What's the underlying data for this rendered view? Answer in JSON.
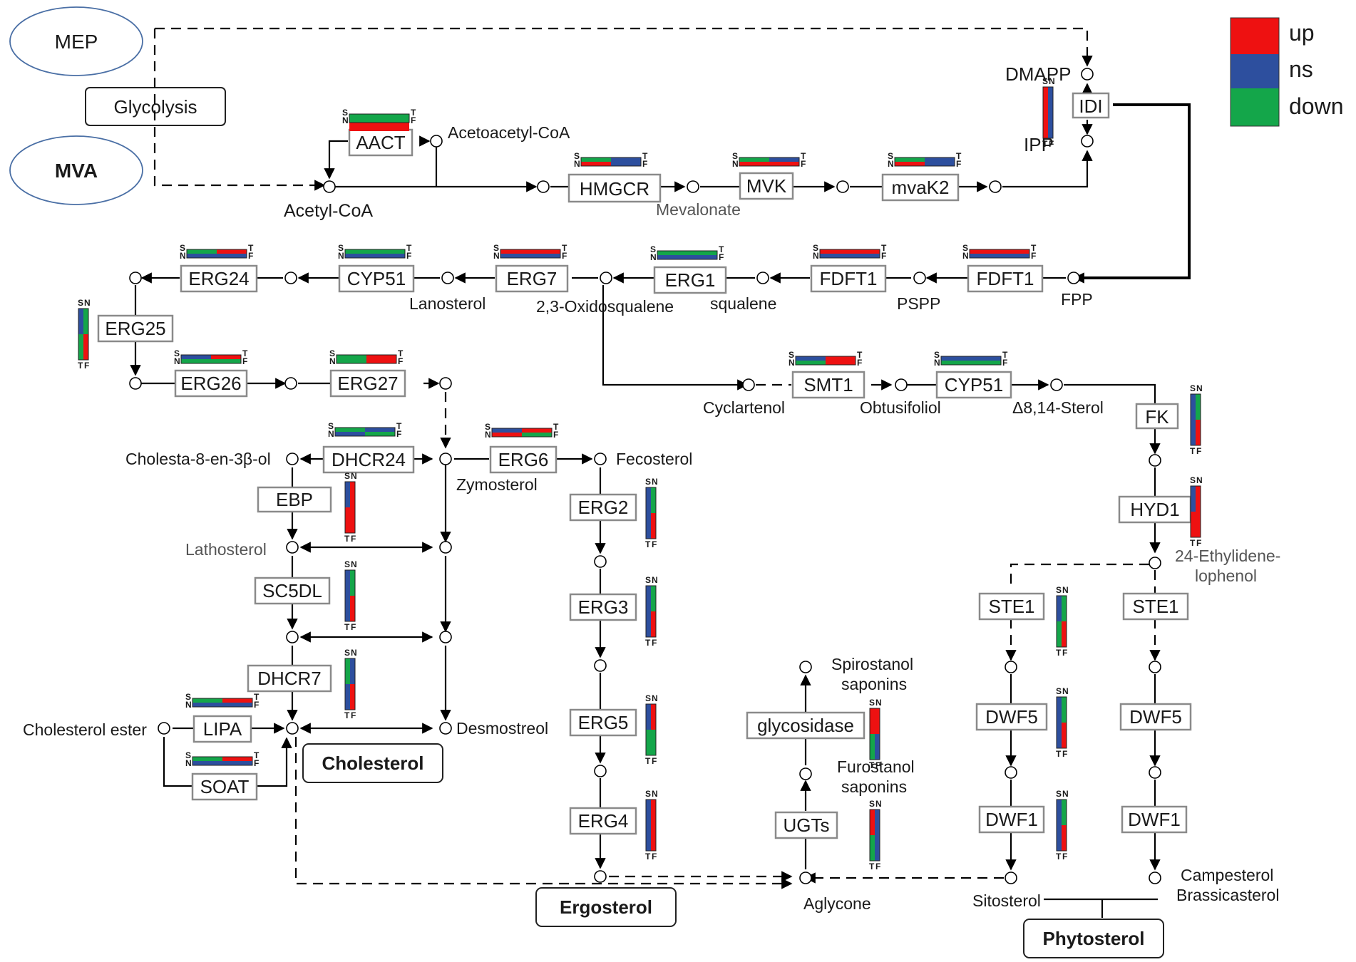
{
  "colors": {
    "up": "#ee1111",
    "ns": "#2d4f9e",
    "down": "#14a64a"
  },
  "legend": {
    "up": "up",
    "ns": "ns",
    "down": "down"
  },
  "sources": {
    "mep": "MEP",
    "glycolysis": "Glycolysis",
    "mva": "MVA"
  },
  "categories": {
    "cholesterol": "Cholesterol",
    "ergosterol": "Ergosterol",
    "phytosterol": "Phytosterol"
  },
  "metabolites": {
    "dmapp": "DMAPP",
    "ipp": "IPP",
    "acetoacetyl_coa": "Acetoacetyl-CoA",
    "acetyl_coa": "Acetyl-CoA",
    "mevalonate": "Mevalonate",
    "fpp": "FPP",
    "pspp": "PSPP",
    "squalene": "squalene",
    "oxidosqualene": "2,3-Oxidosqualene",
    "lanosterol": "Lanosterol",
    "cycloartenol": "Cyclartenol",
    "obtusifoliol": "Obtusifoliol",
    "sterol_814": "Δ8,14-Sterol",
    "cholesta": "Cholesta-8-en-3β-ol",
    "zymosterol": "Zymosterol",
    "fecosterol": "Fecosterol",
    "lathosterol": "Lathosterol",
    "desmosterol": "Desmostreol",
    "cholesterol_ester": "Cholesterol ester",
    "ethylidene_1": "24-Ethylidene-",
    "ethylidene_2": "lophenol",
    "spirostanol_1": "Spirostanol",
    "spirostanol_2": "saponins",
    "furostanol_1": "Furostanol",
    "furostanol_2": "saponins",
    "aglycone": "Aglycone",
    "sitosterol": "Sitosterol",
    "campesterol": "Campesterol",
    "brassicasterol": "Brassicasterol"
  },
  "genes": {
    "idi": "IDI",
    "aact": "AACT",
    "hmgcr": "HMGCR",
    "mvk": "MVK",
    "mvak2": "mvaK2",
    "fdft1_a": "FDFT1",
    "fdft1_b": "FDFT1",
    "erg1": "ERG1",
    "erg7": "ERG7",
    "cyp51_a": "CYP51",
    "erg24": "ERG24",
    "erg25": "ERG25",
    "erg26": "ERG26",
    "erg27": "ERG27",
    "smt1": "SMT1",
    "cyp51_b": "CYP51",
    "fk": "FK",
    "dhcr24": "DHCR24",
    "erg6": "ERG6",
    "ebp": "EBP",
    "sc5dl": "SC5DL",
    "dhcr7": "DHCR7",
    "lipa": "LIPA",
    "soat": "SOAT",
    "erg2": "ERG2",
    "erg3": "ERG3",
    "erg5": "ERG5",
    "erg4": "ERG4",
    "hyd1": "HYD1",
    "ste1_a": "STE1",
    "ste1_b": "STE1",
    "dwf5_a": "DWF5",
    "dwf5_b": "DWF5",
    "dwf1_a": "DWF1",
    "dwf1_b": "DWF1",
    "glycosidase": "glycosidase",
    "ugts": "UGTs"
  },
  "heatmap_tags": {
    "s": "S",
    "n": "N",
    "t": "T",
    "f": "F"
  },
  "heatmaps": [
    {
      "gene": "AACT",
      "cells": [
        "down",
        "up"
      ]
    },
    {
      "gene": "HMGCR",
      "cells": [
        "down",
        "ns",
        "up",
        "ns"
      ]
    },
    {
      "gene": "MVK",
      "cells": [
        "down",
        "ns",
        "up",
        "up"
      ]
    },
    {
      "gene": "mvaK2",
      "cells": [
        "down",
        "ns",
        "up",
        "ns"
      ]
    },
    {
      "gene": "IDI",
      "cells": [
        "up",
        "ns"
      ]
    },
    {
      "gene": "FDFT1 (FPP)",
      "cells": [
        "up",
        "up",
        "ns",
        "ns"
      ]
    },
    {
      "gene": "FDFT1 (PSPP)",
      "cells": [
        "up",
        "up",
        "ns",
        "ns"
      ]
    },
    {
      "gene": "ERG1",
      "cells": [
        "down",
        "down",
        "ns",
        "ns"
      ]
    },
    {
      "gene": "ERG7",
      "cells": [
        "up",
        "up",
        "ns",
        "ns"
      ]
    },
    {
      "gene": "CYP51",
      "cells": [
        "down",
        "down",
        "ns",
        "ns"
      ]
    },
    {
      "gene": "ERG24",
      "cells": [
        "down",
        "up",
        "ns",
        "ns"
      ]
    },
    {
      "gene": "ERG25",
      "cells": [
        "ns",
        "down",
        "green",
        "up"
      ]
    },
    {
      "gene": "ERG26",
      "cells": [
        "ns",
        "up",
        "down",
        "down"
      ]
    },
    {
      "gene": "ERG27",
      "cells": [
        "down",
        "up",
        "down",
        "up"
      ]
    },
    {
      "gene": "SMT1",
      "cells": [
        "ns",
        "up",
        "down",
        "up"
      ]
    },
    {
      "gene": "CYP51 (Obtusifoliol)",
      "cells": [
        "ns",
        "ns",
        "down",
        "down"
      ]
    },
    {
      "gene": "FK",
      "cells": [
        "ns",
        "ns",
        "down",
        "up"
      ]
    },
    {
      "gene": "DHCR24",
      "cells": [
        "down",
        "ns",
        "ns",
        "down"
      ]
    },
    {
      "gene": "ERG6",
      "cells": [
        "ns",
        "up",
        "up",
        "down"
      ]
    },
    {
      "gene": "EBP",
      "cells": [
        "ns",
        "up",
        "up",
        "up"
      ]
    },
    {
      "gene": "SC5DL",
      "cells": [
        "ns",
        "ns",
        "down",
        "up"
      ]
    },
    {
      "gene": "DHCR7",
      "cells": [
        "down",
        "ns",
        "ns",
        "up"
      ]
    },
    {
      "gene": "LIPA",
      "cells": [
        "down",
        "up",
        "ns",
        "ns"
      ]
    },
    {
      "gene": "SOAT",
      "cells": [
        "down",
        "up",
        "ns",
        "ns"
      ]
    },
    {
      "gene": "ERG2",
      "cells": [
        "ns",
        "ns",
        "down",
        "up"
      ]
    },
    {
      "gene": "ERG3",
      "cells": [
        "ns",
        "ns",
        "down",
        "up"
      ]
    },
    {
      "gene": "ERG5",
      "cells": [
        "ns",
        "down",
        "up",
        "down"
      ]
    },
    {
      "gene": "ERG4",
      "cells": [
        "ns",
        "ns",
        "up",
        "up"
      ]
    },
    {
      "gene": "HYD1",
      "cells": [
        "ns",
        "up",
        "up",
        "up"
      ]
    },
    {
      "gene": "STE1",
      "cells": [
        "ns",
        "down",
        "down",
        "up"
      ]
    },
    {
      "gene": "DWF5",
      "cells": [
        "ns",
        "ns",
        "down",
        "up"
      ]
    },
    {
      "gene": "DWF1",
      "cells": [
        "ns",
        "ns",
        "down",
        "up"
      ]
    },
    {
      "gene": "glycosidase",
      "cells": [
        "up",
        "down",
        "up",
        "ns"
      ]
    },
    {
      "gene": "UGTs",
      "cells": [
        "up",
        "down",
        "ns",
        "ns"
      ]
    }
  ]
}
